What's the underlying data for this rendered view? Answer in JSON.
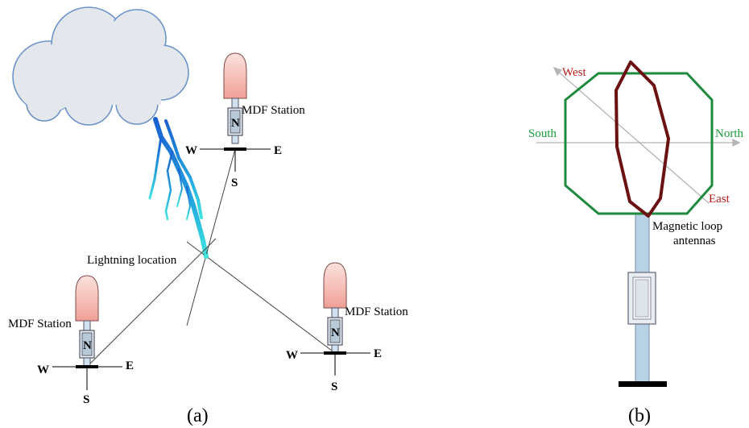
{
  "panel_a": {
    "caption": "(a)",
    "lightning_label": "Lightning location",
    "stations": [
      {
        "label": "MDF Station",
        "west": "W",
        "east": "E",
        "south": "S",
        "needle": "N"
      },
      {
        "label": "MDF Station",
        "west": "W",
        "east": "E",
        "south": "S",
        "needle": "N"
      },
      {
        "label": "MDF Station",
        "west": "W",
        "east": "E",
        "south": "S",
        "needle": "N"
      }
    ]
  },
  "panel_b": {
    "caption": "(b)",
    "west": "West",
    "east": "East",
    "south": "South",
    "north": "North",
    "antenna_label_line1": "Magnetic loop",
    "antenna_label_line2": "antennas"
  },
  "colors": {
    "north_south": "#1b9a3c",
    "west_east": "#b31b1b",
    "octagon": "#1e8a3e",
    "ellipse": "#6b1111",
    "pole": "#b9d3e6",
    "radome": "#f4b9b2",
    "lightning": "#1e7fd6"
  }
}
